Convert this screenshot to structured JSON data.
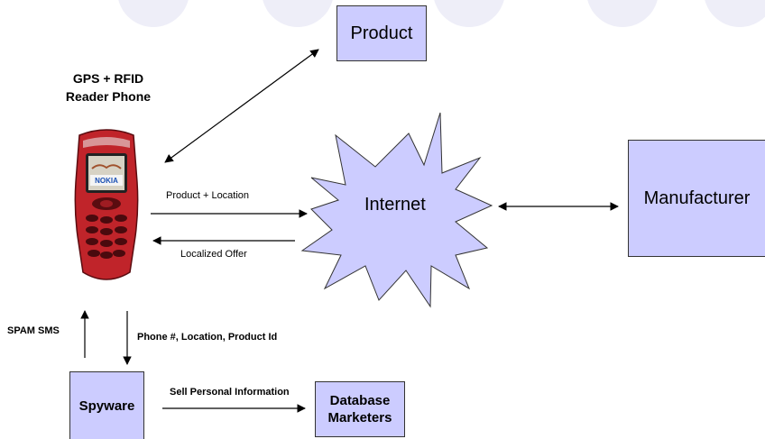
{
  "nodes": {
    "product": "Product",
    "internet": "Internet",
    "manufacturer": "Manufacturer",
    "phone_title_line1": "GPS + RFID",
    "phone_title_line2": "Reader Phone",
    "spyware": "Spyware",
    "db_line1": "Database",
    "db_line2": "Marketers"
  },
  "phone_screen_brand": "NOKIA",
  "edges": {
    "product_location": "Product + Location",
    "localized_offer": "Localized Offer",
    "spam_sms": "SPAM SMS",
    "phone_location_product": "Phone #, Location, Product Id",
    "sell_personal_info": "Sell Personal Information"
  },
  "colors": {
    "box_fill": "#ccccff",
    "box_border": "#333333",
    "phone_body": "#c0242a"
  }
}
